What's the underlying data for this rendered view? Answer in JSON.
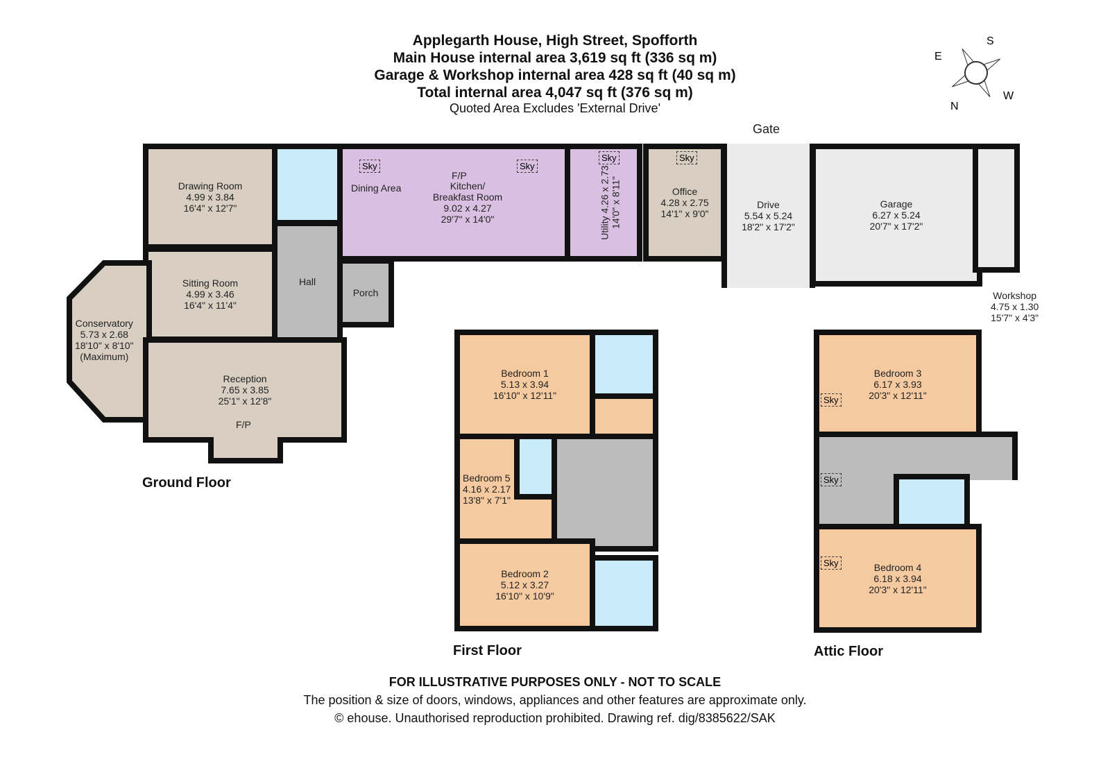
{
  "header": {
    "title": "Applegarth House, High Street, Spofforth",
    "main_area": "Main House internal area 3,619 sq ft (336 sq m)",
    "garage_area": "Garage & Workshop internal area 428 sq ft (40 sq m)",
    "total_area": "Total internal area 4,047 sq ft (376 sq m)",
    "note": "Quoted Area Excludes 'External Drive'"
  },
  "compass": {
    "n": "N",
    "s": "S",
    "e": "E",
    "w": "W"
  },
  "ground": {
    "label": "Ground Floor",
    "gate": "Gate",
    "sky": "Sky",
    "fp": "F/P",
    "drawing": [
      "Drawing Room",
      "4.99 x 3.84",
      "16'4\" x 12'7\""
    ],
    "sitting": [
      "Sitting Room",
      "4.99 x 3.46",
      "16'4\" x 11'4\""
    ],
    "conservatory": [
      "Conservatory",
      "5.73 x 2.68",
      "18'10\" x 8'10\"",
      "(Maximum)"
    ],
    "reception": [
      "Reception",
      "7.65 x 3.85",
      "25'1\" x 12'8\""
    ],
    "hall": "Hall",
    "porch": "Porch",
    "dining": "Dining Area",
    "kitchen": [
      "Kitchen/",
      "Breakfast Room",
      "9.02 x 4.27",
      "29'7\" x 14'0\""
    ],
    "utility": [
      "Utility",
      "4.26 x 2.73",
      "14'0\" x 8'11\""
    ],
    "office": [
      "Office",
      "4.28 x 2.75",
      "14'1\" x 9'0\""
    ],
    "drive": [
      "Drive",
      "5.54 x 5.24",
      "18'2\" x 17'2\""
    ],
    "garage": [
      "Garage",
      "6.27 x 5.24",
      "20'7\" x 17'2\""
    ],
    "workshop": [
      "Workshop",
      "4.75 x 1.30",
      "15'7\" x 4'3\""
    ]
  },
  "first": {
    "label": "First Floor",
    "bed1": [
      "Bedroom 1",
      "5.13 x 3.94",
      "16'10\" x 12'11\""
    ],
    "bed5": [
      "Bedroom 5",
      "4.16 x 2.17",
      "13'8\" x 7'1\""
    ],
    "bed2": [
      "Bedroom 2",
      "5.12 x 3.27",
      "16'10\" x 10'9\""
    ]
  },
  "attic": {
    "label": "Attic Floor",
    "sky": "Sky",
    "bed3": [
      "Bedroom 3",
      "6.17 x 3.93",
      "20'3\" x 12'11\""
    ],
    "bed4": [
      "Bedroom 4",
      "6.18 x 3.94",
      "20'3\" x 12'11\""
    ]
  },
  "footer": {
    "disclaimer": "FOR ILLUSTRATIVE PURPOSES ONLY - NOT TO SCALE",
    "note": "The position & size of doors, windows, appliances and other features are approximate only.",
    "copyright": "© ehouse. Unauthorised reproduction prohibited. Drawing ref. dig/8385622/SAK"
  }
}
